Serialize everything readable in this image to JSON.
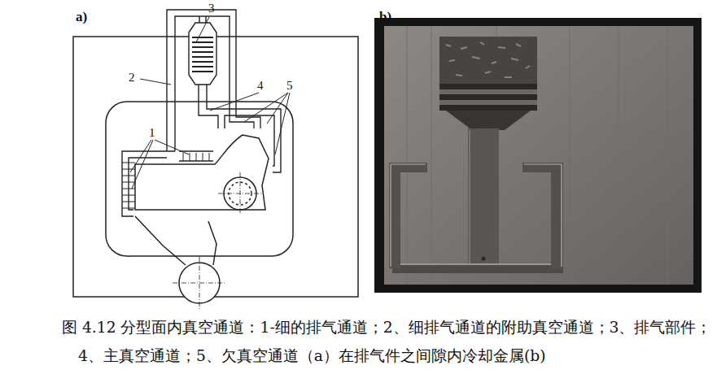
{
  "diagram": {
    "caption": "图 4.12 分型面内真空通道：1-细的排气通道；2、细排气通道的附助真空通道；3、排气部件；4、主真空通道；5、欠真空通道（a）在排气件之间隙内冷却金属(b)",
    "labels": [
      "a)",
      "b)",
      "3",
      "2",
      "4",
      "5",
      "1"
    ]
  }
}
